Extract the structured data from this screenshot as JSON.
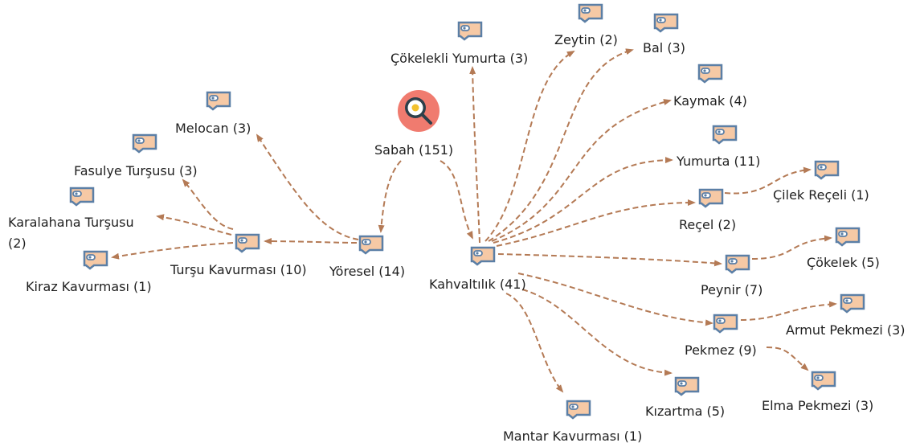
{
  "colors": {
    "edge": "#b47a55",
    "tag_fill": "#f6c9a5",
    "tag_stroke": "#5b7fa6",
    "root_circle": "#f07b6f",
    "root_lens": "#2d3f4a",
    "egg_yolk": "#f2c12e"
  },
  "root": {
    "id": "sabah",
    "label": "Sabah (151)",
    "icon": "fried-egg-search-icon"
  },
  "nodes": [
    {
      "id": "yoresel",
      "label": "Yöresel (14)",
      "icon": "tag-icon"
    },
    {
      "id": "kahvaltilik",
      "label": "Kahvaltılık (41)",
      "icon": "tag-icon"
    },
    {
      "id": "melocan",
      "label": "Melocan (3)",
      "icon": "tag-icon"
    },
    {
      "id": "fasulye",
      "label": "Fasulye Turşusu (3)",
      "icon": "tag-icon"
    },
    {
      "id": "karalahana",
      "label": "Karalahana Turşusu",
      "label2": "(2)",
      "icon": "tag-icon"
    },
    {
      "id": "tursu-kav",
      "label": "Turşu Kavurması (10)",
      "icon": "tag-icon"
    },
    {
      "id": "kiraz",
      "label": "Kiraz Kavurması (1)",
      "icon": "tag-icon"
    },
    {
      "id": "cokelekli",
      "label": "Çökelekli Yumurta (3)",
      "icon": "tag-icon"
    },
    {
      "id": "zeytin",
      "label": "Zeytin (2)",
      "icon": "tag-icon"
    },
    {
      "id": "bal",
      "label": "Bal (3)",
      "icon": "tag-icon"
    },
    {
      "id": "kaymak",
      "label": "Kaymak (4)",
      "icon": "tag-icon"
    },
    {
      "id": "yumurta",
      "label": "Yumurta (11)",
      "icon": "tag-icon"
    },
    {
      "id": "recel",
      "label": "Reçel (2)",
      "icon": "tag-icon"
    },
    {
      "id": "cilek",
      "label": "Çilek Reçeli (1)",
      "icon": "tag-icon"
    },
    {
      "id": "peynir",
      "label": "Peynir (7)",
      "icon": "tag-icon"
    },
    {
      "id": "cokelek",
      "label": "Çökelek (5)",
      "icon": "tag-icon"
    },
    {
      "id": "pekmez",
      "label": "Pekmez (9)",
      "icon": "tag-icon"
    },
    {
      "id": "armut",
      "label": "Armut Pekmezi (3)",
      "icon": "tag-icon"
    },
    {
      "id": "elma",
      "label": "Elma Pekmezi (3)",
      "icon": "tag-icon"
    },
    {
      "id": "kizartma",
      "label": "Kızartma (5)",
      "icon": "tag-icon"
    },
    {
      "id": "mantar",
      "label": "Mantar Kavurması (1)",
      "icon": "tag-icon"
    }
  ],
  "edges": [
    [
      "sabah",
      "yoresel"
    ],
    [
      "sabah",
      "kahvaltilik"
    ],
    [
      "yoresel",
      "melocan"
    ],
    [
      "yoresel",
      "tursu-kav"
    ],
    [
      "tursu-kav",
      "fasulye"
    ],
    [
      "tursu-kav",
      "karalahana"
    ],
    [
      "tursu-kav",
      "kiraz"
    ],
    [
      "kahvaltilik",
      "cokelekli"
    ],
    [
      "kahvaltilik",
      "zeytin"
    ],
    [
      "kahvaltilik",
      "bal"
    ],
    [
      "kahvaltilik",
      "kaymak"
    ],
    [
      "kahvaltilik",
      "yumurta"
    ],
    [
      "kahvaltilik",
      "recel"
    ],
    [
      "kahvaltilik",
      "peynir"
    ],
    [
      "kahvaltilik",
      "pekmez"
    ],
    [
      "kahvaltilik",
      "kizartma"
    ],
    [
      "kahvaltilik",
      "mantar"
    ],
    [
      "recel",
      "cilek"
    ],
    [
      "peynir",
      "cokelek"
    ],
    [
      "pekmez",
      "armut"
    ],
    [
      "pekmez",
      "elma"
    ]
  ]
}
